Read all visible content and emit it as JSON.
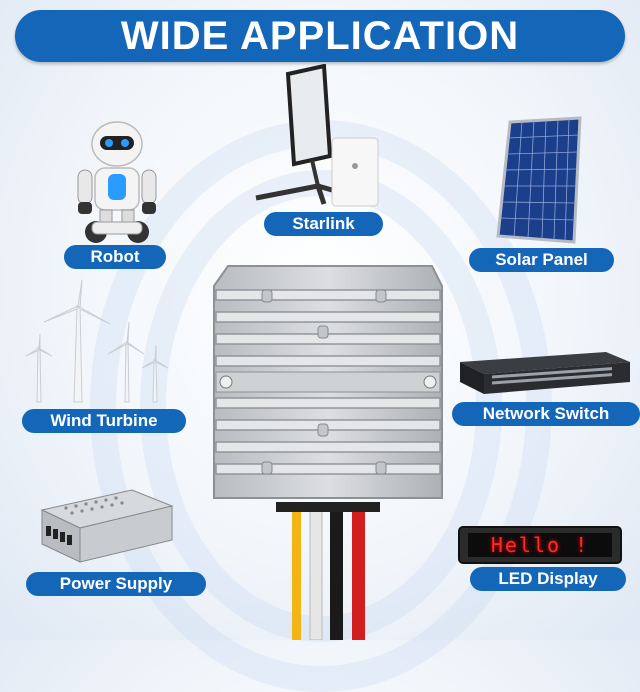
{
  "banner": {
    "title": "WIDE APPLICATION"
  },
  "applications": [
    {
      "label": "Robot",
      "icon": "robot-icon"
    },
    {
      "label": "Starlink",
      "icon": "satellite-dish-icon"
    },
    {
      "label": "Solar Panel",
      "icon": "solar-panel-icon"
    },
    {
      "label": "Wind Turbine",
      "icon": "wind-turbine-icon"
    },
    {
      "label": "Network Switch",
      "icon": "network-switch-icon"
    },
    {
      "label": "Power Supply",
      "icon": "power-supply-icon"
    },
    {
      "label": "LED Display",
      "icon": "led-display-icon"
    }
  ],
  "led_display": {
    "text": "Hello !"
  },
  "colors": {
    "accent": "#1466b8",
    "led": "#ff2a2a"
  }
}
